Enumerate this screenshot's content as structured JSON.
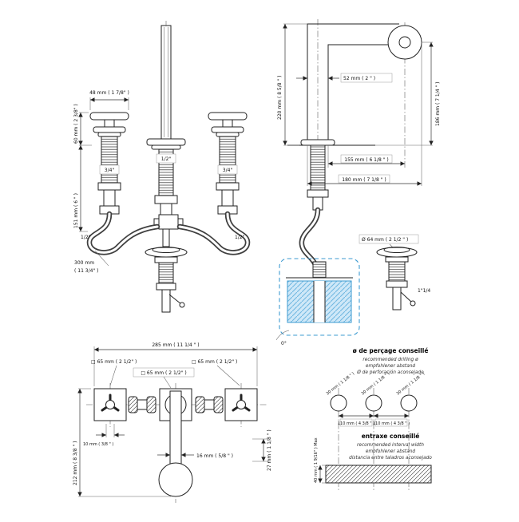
{
  "colors": {
    "line": "#222222",
    "highlight_fill": "#cfe8f8",
    "highlight_stroke": "#3d9bd1"
  },
  "front_view": {
    "handle_width": "48 mm ( 1 7/8\" )",
    "handle_height": "60 mm ( 2 3/8\" )",
    "under_deck_height": "151 mm ( 6 \" )",
    "left_valve_size": "3/4\"",
    "right_valve_size": "3/4\"",
    "spout_connection": "1/2\"",
    "left_hose_size": "1/2\"",
    "right_hose_size": "1/2\"",
    "hose_length_line1": "300 mm",
    "hose_length_line2": "( 11 3/4\" )"
  },
  "side_view": {
    "total_height": "220 mm ( 8 5/8 \" )",
    "spout_section": "52 mm ( 2 \" )",
    "outlet_height": "186 mm ( 7 1/4 \" )",
    "reach": "155 mm ( 6 1/8 \" )",
    "total_reach": "180 mm ( 7 1/8 \" )"
  },
  "drain": {
    "diameter": "Ø 64 mm ( 2 1/2 \" )",
    "thread": "1\"1/4"
  },
  "detail": {
    "angle": "0°"
  },
  "plan_view": {
    "total_width": "285 mm ( 11 1/4 \" )",
    "left_hole": "□ 65 mm ( 2 1/2\" )",
    "center_hole": "□ 65 mm ( 2 1/2\" )",
    "right_hole": "□ 65 mm ( 2 1/2\" )",
    "total_depth": "212 mm ( 8 3/8 \" )",
    "offset": "10 mm ( 3/8 \" )",
    "spout_width": "16 mm ( 5/8 \" )",
    "edge_distance": "27 mm ( 1 1/8 \" )"
  },
  "drilling": {
    "title": "ø de perçage conseillé",
    "subtitle_en": "recommended drilling ø",
    "subtitle_de": "empfohlener abstand",
    "subtitle_es": "Ø de perforación aconsejado",
    "hole_1": "30 mm ( 1 1/8 \" )",
    "hole_2": "30 mm ( 1 1/8 \" )",
    "hole_3": "30 mm ( 1 1/8 \" )",
    "spacing_1": "110 mm ( 4 3/8 \" )",
    "spacing_2": "110 mm ( 4 3/8 \" )"
  },
  "interval": {
    "title": "entraxe conseillé",
    "subtitle_en": "recommended interval width",
    "subtitle_de": "empfohlener abstand",
    "subtitle_es": "distancia entre taladros aconsejado"
  },
  "thickness": {
    "max": "40 mm ( 1 9/16\" ) Max"
  }
}
